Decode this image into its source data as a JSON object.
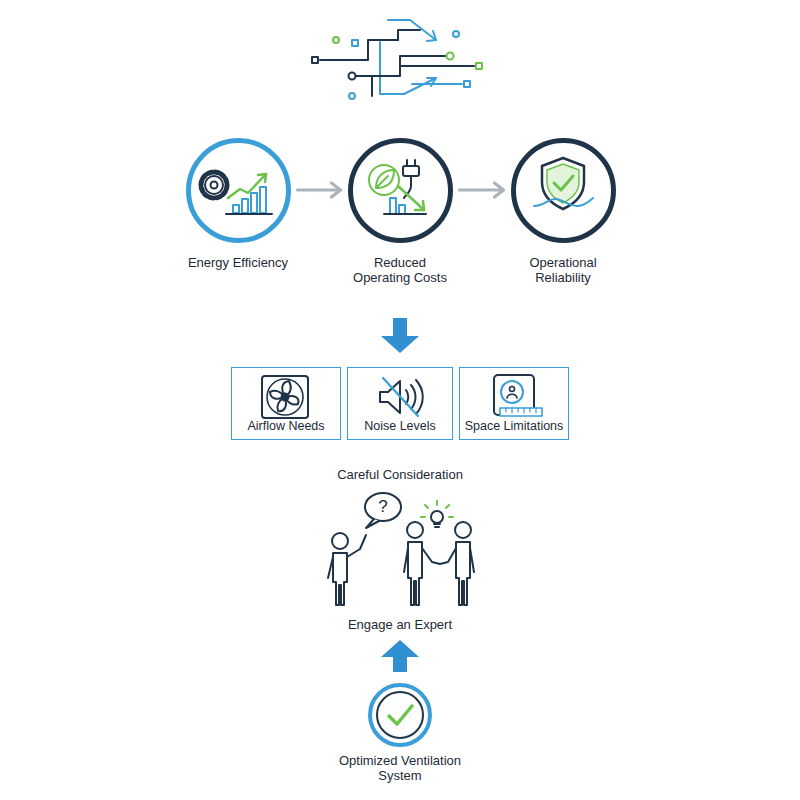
{
  "diagram": {
    "nodes": [
      {
        "text": [
          "Energy Efficiency"
        ]
      },
      {
        "text": [
          "Reduced Operating Costs"
        ]
      },
      {
        "text": [
          "Operational Reliability"
        ]
      },
      {
        "text": [
          "Airflow Needs"
        ]
      },
      {
        "text": [
          "Noise Levels"
        ]
      },
      {
        "text": [
          "Space Limitations"
        ]
      },
      {
        "text": [
          "Optimized Ventilation System"
        ]
      }
    ],
    "edges": [
      {
        "from": 0,
        "to": 1,
        "arrow": "to"
      },
      {
        "from": 1,
        "to": 2,
        "arrow": "to"
      }
    ],
    "labels": [
      "Careful Consideration",
      "Engage an Expert",
      "?"
    ]
  }
}
